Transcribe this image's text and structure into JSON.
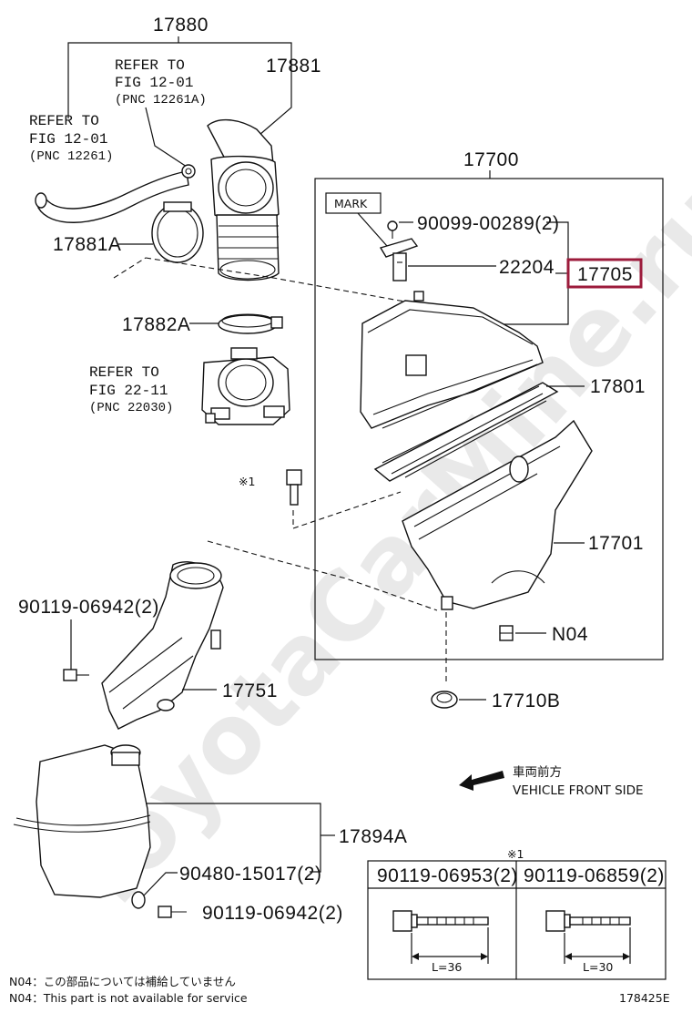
{
  "diagram": {
    "figure_number": "178425E",
    "watermark": "ToyotaCarMine.ru",
    "highlight_color": "#9c1b3b",
    "labels": {
      "p17880": "17880",
      "p17881": "17881",
      "p17881a": "17881A",
      "p17882a": "17882A",
      "p17700": "17700",
      "p17705": "17705",
      "p22204": "22204",
      "p90099": "90099-00289(2)",
      "mark": "MARK",
      "p17801": "17801",
      "p17701": "17701",
      "n04": "N04",
      "p17710b": "17710B",
      "p17751": "17751",
      "p90119_1": "90119-06942(2)",
      "p17894a": "17894A",
      "p90480": "90480-15017(2)",
      "p90119_2": "90119-06942(2)",
      "note_ref": "※1"
    },
    "refs": {
      "ref1": {
        "l1": "REFER TO",
        "l2": "FIG 12-01",
        "l3": "(PNC 12261A)"
      },
      "ref2": {
        "l1": "REFER TO",
        "l2": "FIG 12-01",
        "l3": "(PNC 12261)"
      },
      "ref3": {
        "l1": "REFER TO",
        "l2": "FIG 22-11",
        "l3": "(PNC 22030)"
      }
    },
    "direction": {
      "jp": "車両前方",
      "en": "VEHICLE FRONT SIDE"
    },
    "bolt_table": {
      "mark": "※1",
      "col1": {
        "header": "90119-06953(2)",
        "length": "L=36"
      },
      "col2": {
        "header": "90119-06859(2)",
        "length": "L=30"
      }
    },
    "footnotes": {
      "jp": "N04：この部品については補給していません",
      "en": "N04：This part is not available for service"
    }
  }
}
